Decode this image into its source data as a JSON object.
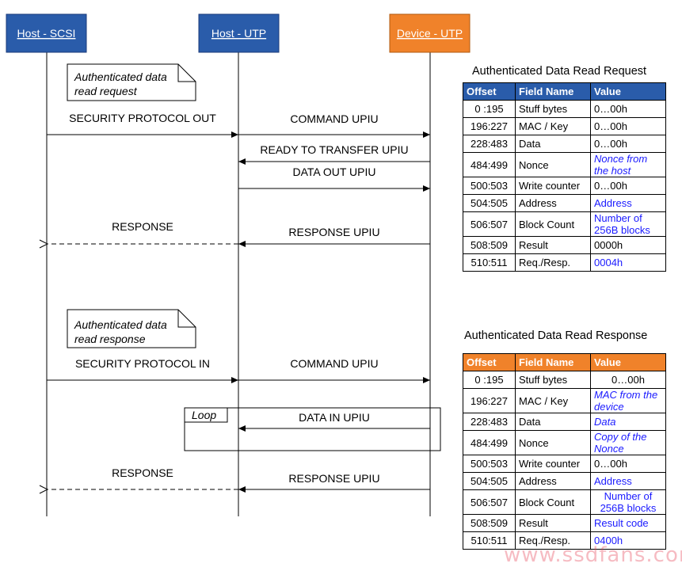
{
  "participants": {
    "host_scsi": "Host - SCSI",
    "host_utp": "Host - UTP",
    "device_utp": "Device - UTP"
  },
  "colors": {
    "host_box": "#2a5caa",
    "device_box": "#f0822a",
    "link_blue": "#1a1aff"
  },
  "notes": {
    "read_request": [
      "Authenticated data",
      "read request"
    ],
    "read_response": [
      "Authenticated data",
      "read response"
    ]
  },
  "messages": {
    "security_protocol_out": "SECURITY PROTOCOL OUT",
    "command_upiu_1": "COMMAND UPIU",
    "ready_to_transfer": "READY TO TRANSFER UPIU",
    "data_out": "DATA OUT UPIU",
    "response_1": "RESPONSE",
    "response_upiu_1": "RESPONSE UPIU",
    "security_protocol_in": "SECURITY PROTOCOL IN",
    "command_upiu_2": "COMMAND UPIU",
    "data_in": "DATA IN UPIU",
    "response_2": "RESPONSE",
    "response_upiu_2": "RESPONSE UPIU"
  },
  "loop_label": "Loop",
  "request_table": {
    "title": "Authenticated Data Read Request",
    "headers": [
      "Offset",
      "Field Name",
      "Value"
    ],
    "rows": [
      {
        "offset": "0 :195",
        "field": "Stuff bytes",
        "value": [
          "0…00h"
        ],
        "style": "plain"
      },
      {
        "offset": "196:227",
        "field": "MAC / Key",
        "value": [
          "0…00h"
        ],
        "style": "plain"
      },
      {
        "offset": "228:483",
        "field": "Data",
        "value": [
          "0…00h"
        ],
        "style": "plain"
      },
      {
        "offset": "484:499",
        "field": "Nonce",
        "value": [
          "Nonce from",
          "the host"
        ],
        "style": "blue-italic"
      },
      {
        "offset": "500:503",
        "field": "Write counter",
        "value": [
          "0…00h"
        ],
        "style": "plain"
      },
      {
        "offset": "504:505",
        "field": "Address",
        "value": [
          "Address"
        ],
        "style": "blue"
      },
      {
        "offset": "506:507",
        "field": "Block Count",
        "value": [
          "Number of",
          "256B blocks"
        ],
        "style": "blue"
      },
      {
        "offset": "508:509",
        "field": "Result",
        "value": [
          "0000h"
        ],
        "style": "plain"
      },
      {
        "offset": "510:511",
        "field": "Req./Resp.",
        "value": [
          "0004h"
        ],
        "style": "blue"
      }
    ]
  },
  "response_table": {
    "title": "Authenticated Data Read Response",
    "headers": [
      "Offset",
      "Field Name",
      "Value"
    ],
    "rows": [
      {
        "offset": "0 :195",
        "field": "Stuff bytes",
        "value": [
          "0…00h"
        ],
        "style": "plain-center"
      },
      {
        "offset": "196:227",
        "field": "MAC / Key",
        "value": [
          "MAC from the",
          "device"
        ],
        "style": "blue-italic"
      },
      {
        "offset": "228:483",
        "field": "Data",
        "value": [
          "Data"
        ],
        "style": "blue-italic"
      },
      {
        "offset": "484:499",
        "field": "Nonce",
        "value": [
          "Copy of the",
          "Nonce"
        ],
        "style": "blue-italic"
      },
      {
        "offset": "500:503",
        "field": "Write counter",
        "value": [
          "0…00h"
        ],
        "style": "plain"
      },
      {
        "offset": "504:505",
        "field": "Address",
        "value": [
          "Address"
        ],
        "style": "blue"
      },
      {
        "offset": "506:507",
        "field": "Block Count",
        "value": [
          "Number of",
          "256B blocks"
        ],
        "style": "blue-center"
      },
      {
        "offset": "508:509",
        "field": "Result",
        "value": [
          "Result code"
        ],
        "style": "blue"
      },
      {
        "offset": "510:511",
        "field": "Req./Resp.",
        "value": [
          "0400h"
        ],
        "style": "blue"
      }
    ]
  },
  "watermark": "www.ssdfans.com"
}
